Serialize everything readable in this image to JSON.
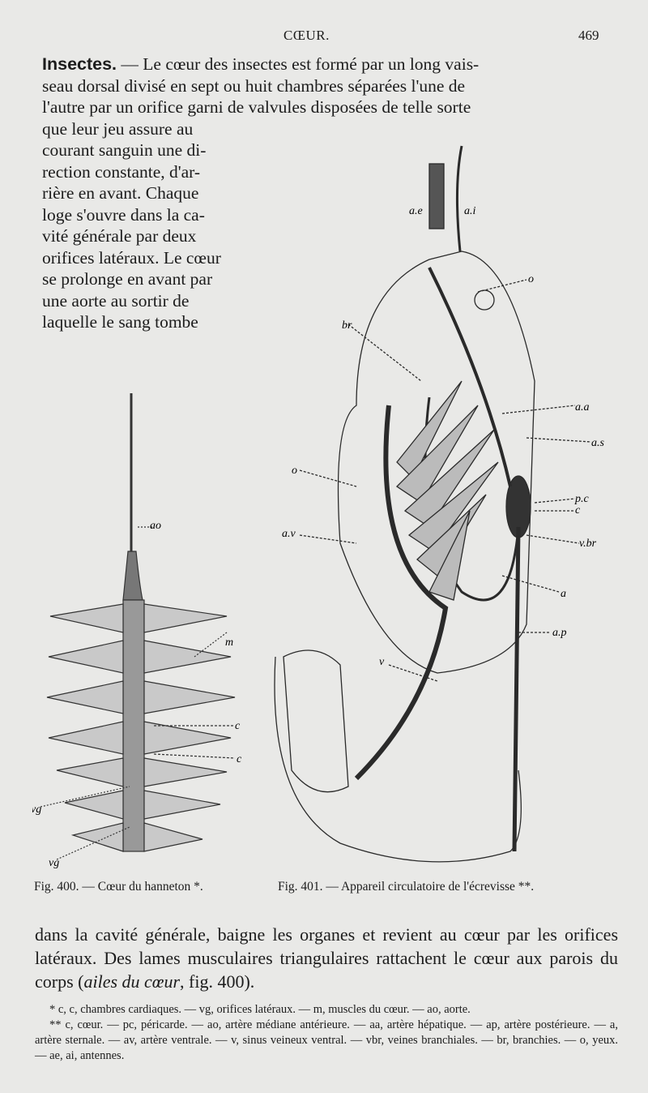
{
  "header": {
    "title": "CŒUR.",
    "page_number": "469"
  },
  "intro": {
    "lead": "Insectes.",
    "full_lines": [
      " — Le cœur des insectes est formé par un long vais-",
      "seau dorsal divisé en sept ou huit chambres séparées l'une de",
      "l'autre par un orifice garni de valvules disposées de telle sorte"
    ],
    "narrow_lines": [
      "que leur jeu assure au",
      "courant sanguin une di-",
      "rection constante, d'ar-",
      "rière en avant. Chaque",
      "loge s'ouvre dans la ca-",
      "vité générale par deux",
      "orifices latéraux. Le cœur",
      "se prolonge en avant par",
      "une aorte au sortir de",
      "laquelle le sang tombe"
    ]
  },
  "fig400": {
    "caption": "Fig. 400. — Cœur du hanneton *.",
    "labels": {
      "ao": "ao",
      "m": "m",
      "c1": "c",
      "c2": "c",
      "vg1": "vg",
      "vg2": "vg"
    }
  },
  "fig401": {
    "caption": "Fig. 401. — Appareil circulatoire de l'écrevisse **.",
    "labels": {
      "ae": "a.e",
      "ai": "a.i",
      "o": "o",
      "br": "br",
      "aa": "a.a",
      "as": "a.s",
      "o2": "o",
      "pc": "p.c",
      "c": "c",
      "av": "a.v",
      "vbr": "v.br",
      "a": "a",
      "ap": "a.p",
      "v": "v"
    }
  },
  "continuation": {
    "text_before": "dans la cavité générale, baigne les organes et revient au cœur par les orifices latéraux. Des lames musculaires triangulaires rattachent le cœur aux parois du corps (",
    "italic": "ailes du cœur",
    "text_after": ", fig. 400)."
  },
  "footnotes": {
    "note1": "* c, c, chambres cardiaques. — vg, orifices latéraux. — m, muscles du cœur. — ao, aorte.",
    "note2": "** c, cœur. — pc, péricarde. — ao, artère médiane antérieure. — aa, artère hépatique. — ap, artère postérieure. — a, artère sternale. — av, artère ventrale. — v, sinus veineux ventral. — vbr, veines branchiales. — br, branchies. — o, yeux. — ae, ai, antennes."
  }
}
